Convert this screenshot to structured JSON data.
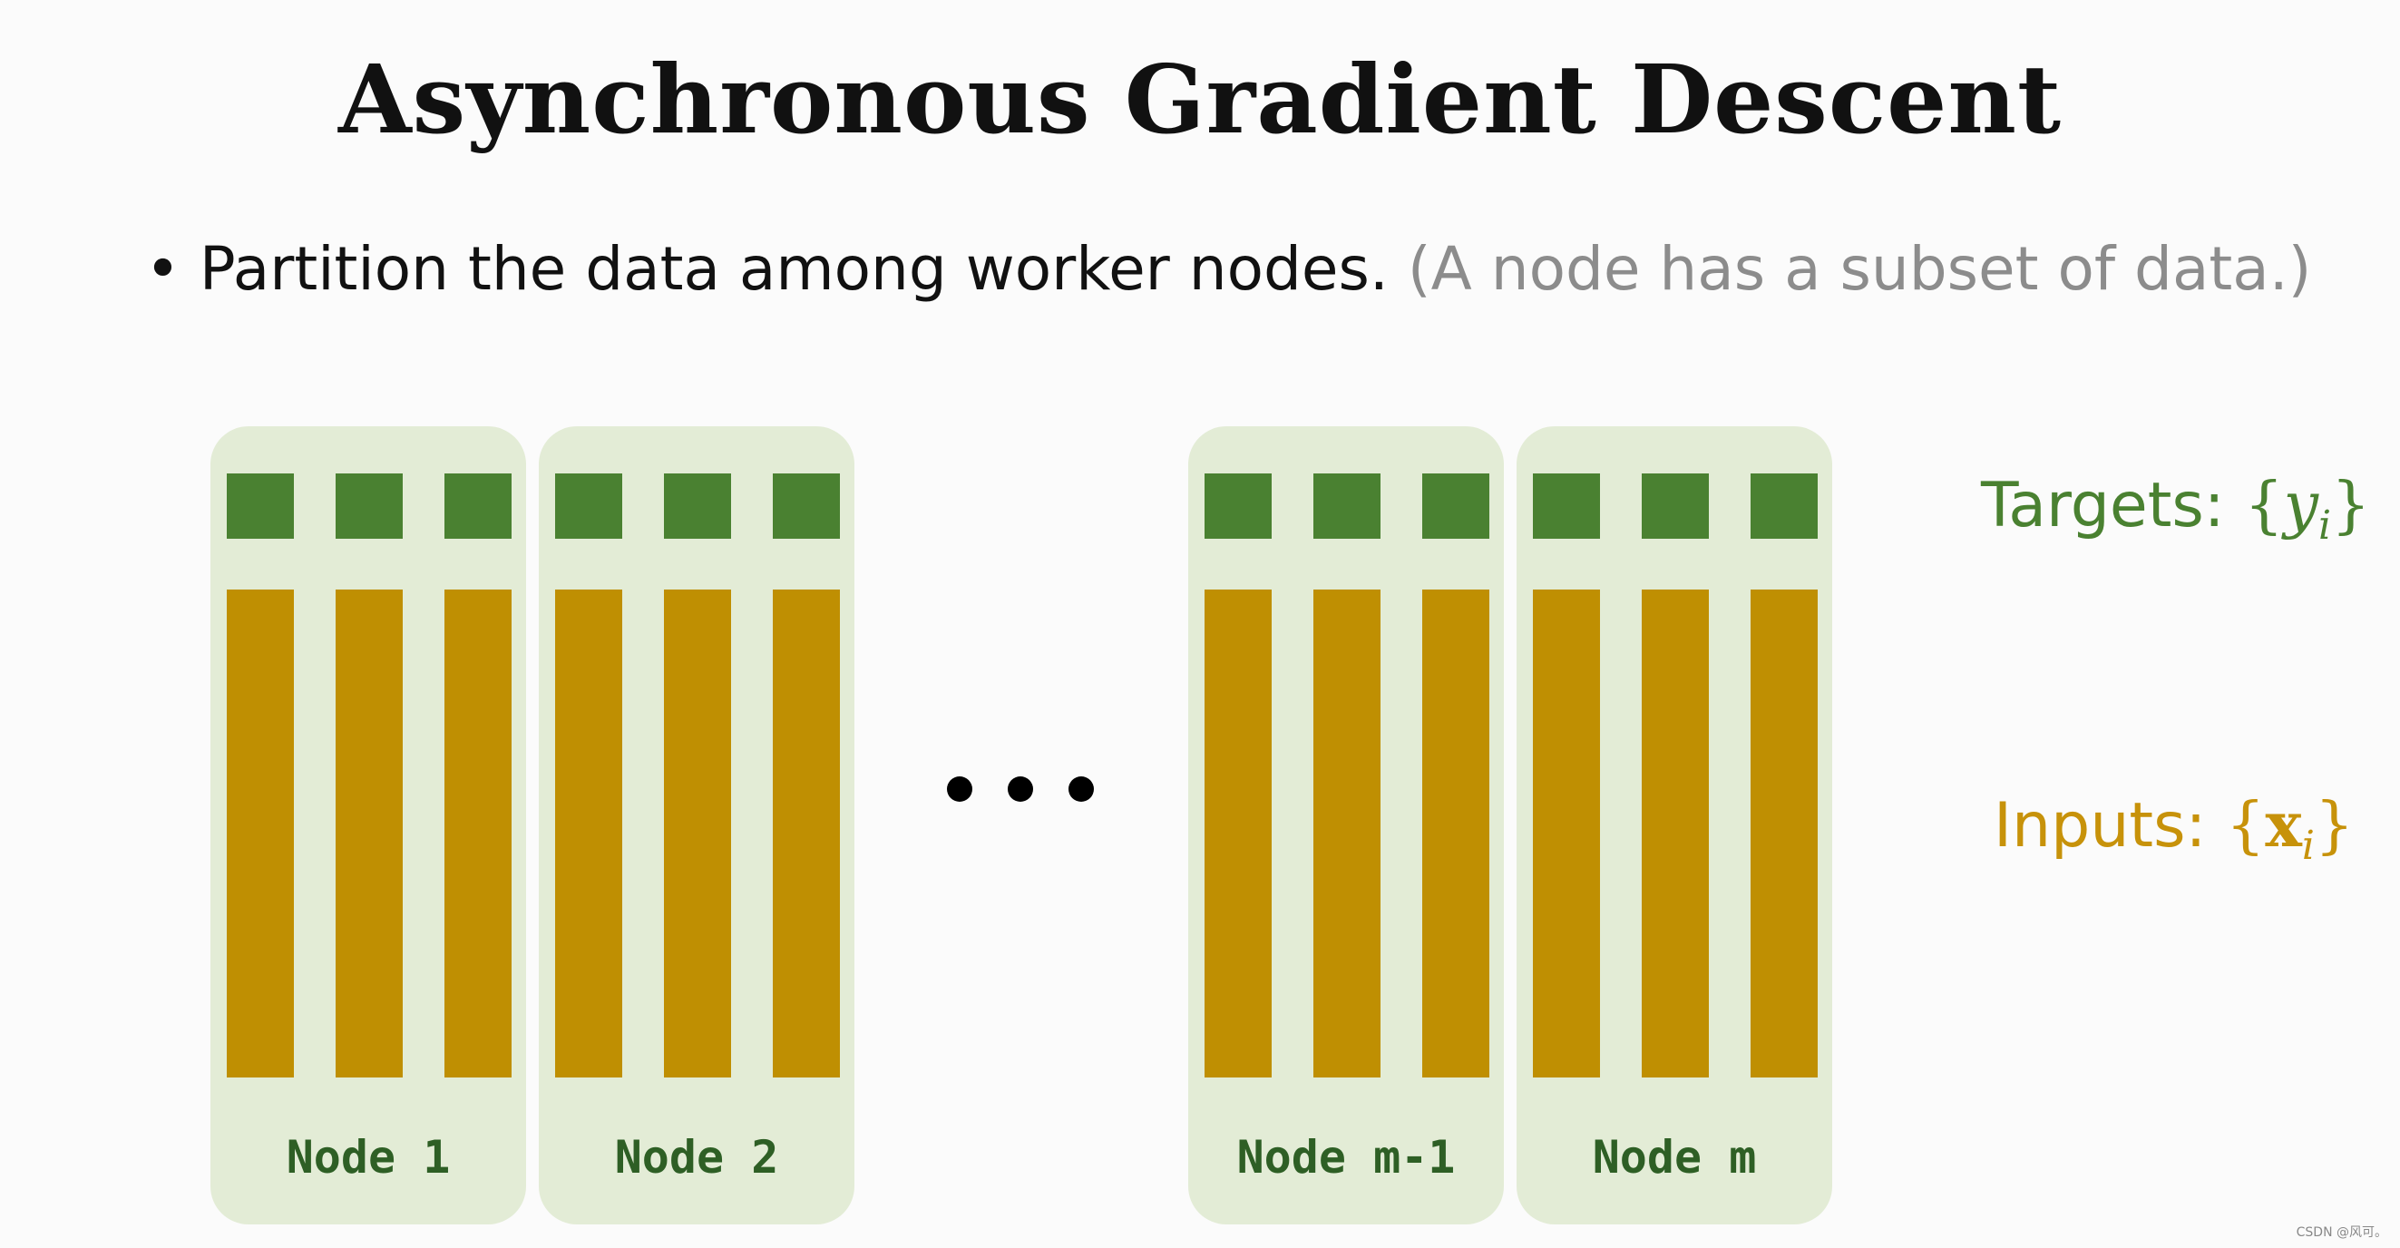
{
  "title": "Asynchronous Gradient Descent",
  "bullet": {
    "marker": "•",
    "text": "Partition the data among worker nodes.",
    "note": "(A node has a subset of data.)"
  },
  "nodes": [
    {
      "label": "Node 1"
    },
    {
      "label": "Node 2"
    },
    {
      "label": "Node m-1"
    },
    {
      "label": "Node m"
    }
  ],
  "legend": {
    "targets_label": "Targets:",
    "targets_symbol": "y",
    "targets_subscript": "i",
    "inputs_label": "Inputs:",
    "inputs_symbol": "x",
    "inputs_subscript": "i",
    "brace_open": "{",
    "brace_close": "}"
  },
  "watermark": "CSDN @风可。",
  "colors": {
    "target": "#4a8131",
    "input": "#bf8f02",
    "node_bg": "#e3ecd6"
  }
}
